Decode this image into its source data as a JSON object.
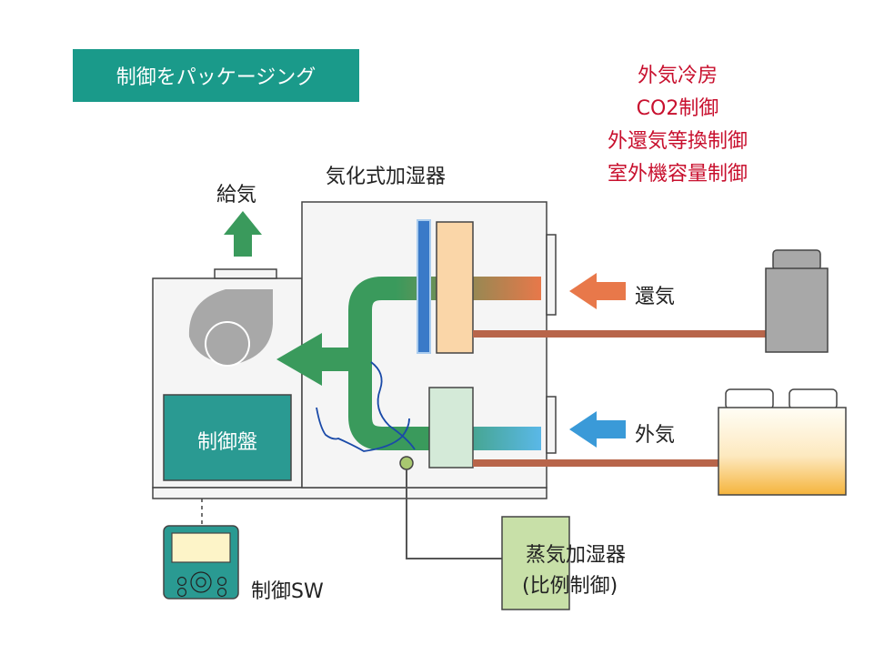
{
  "title": "制御をパッケージング",
  "features": [
    "外気冷房",
    "CO2制御",
    "外還気等換制御",
    "室外機容量制御"
  ],
  "labels": {
    "humidifier_type": "気化式加湿器",
    "supply_air": "給気",
    "return_air": "還気",
    "outside_air": "外気",
    "control_panel": "制御盤",
    "control_switch": "制御SW",
    "steam_humidifier_line1": "蒸気加湿器",
    "steam_humidifier_line2": "(比例制御)"
  },
  "colors": {
    "badge": "#1a9a8a",
    "feature_text": "#c8102e",
    "green_duct": "#3a9a5c",
    "return_arrow": "#e8784a",
    "outside_arrow": "#3a9ad8",
    "pipe": "#b8654a",
    "control_panel": "#2a9a92",
    "steam_humidifier": "#c8e0a8"
  }
}
